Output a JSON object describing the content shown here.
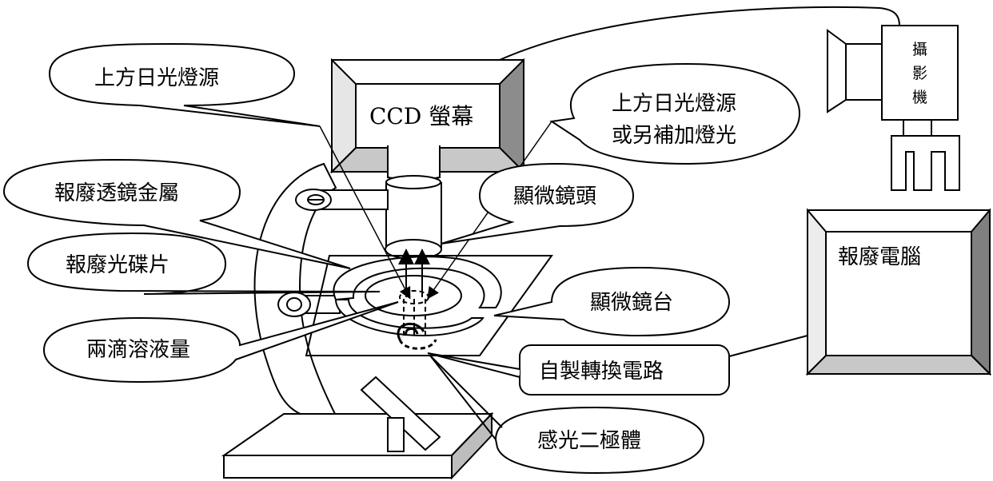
{
  "callouts": {
    "top_light": "上方日光燈源",
    "top_light_extra_line1": "上方日光燈源",
    "top_light_extra_line2": "或另補加燈光",
    "lens_metal": "報廢透鏡金屬",
    "microscope_lens": "顯微鏡頭",
    "disc": "報廢光碟片",
    "stage": "顯微鏡台",
    "drops": "兩滴溶液量",
    "circuit": "自製轉換電路",
    "photodiode": "感光二極體"
  },
  "devices": {
    "ccd_screen": "CCD 螢幕",
    "camera_chars": [
      "攝",
      "影",
      "機"
    ],
    "computer": "報廢電腦"
  }
}
